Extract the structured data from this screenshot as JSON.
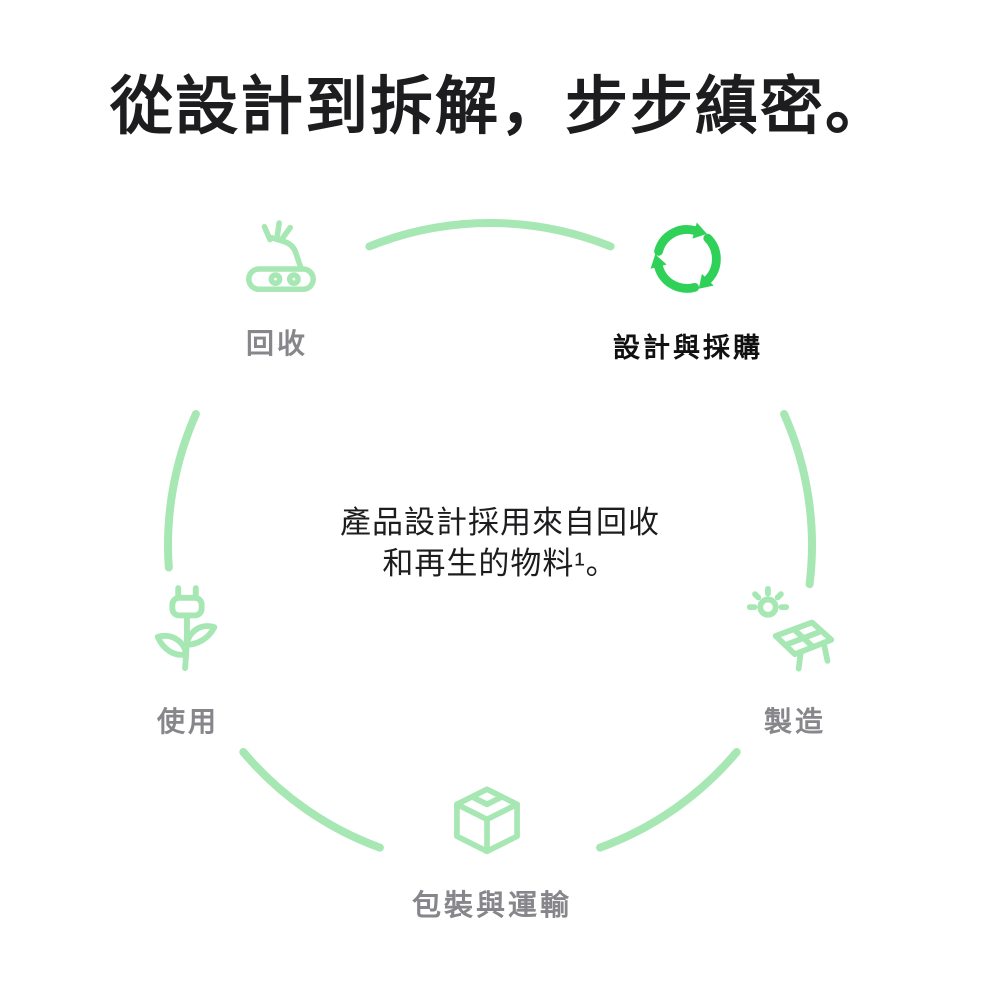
{
  "page": {
    "title": "從設計到拆解，步步縝密。"
  },
  "diagram": {
    "center_text": [
      "產品設計採用來自回收",
      "和再生的物料¹。"
    ],
    "stages": [
      {
        "label": "設計與採購",
        "icon": "recycle-icon",
        "state": "active"
      },
      {
        "label": "製造",
        "icon": "solar-panel-icon",
        "state": "inactive"
      },
      {
        "label": "包裝與運輸",
        "icon": "package-box-icon",
        "state": "inactive"
      },
      {
        "label": "使用",
        "icon": "plant-plug-icon",
        "state": "inactive"
      },
      {
        "label": "回收",
        "icon": "robot-arm-icon",
        "state": "inactive"
      }
    ],
    "colors": {
      "active_green": "#2fd158",
      "light_green": "#a6e7b3",
      "inactive_label_gray": "#86868b",
      "text_black": "#1d1d1f"
    }
  }
}
